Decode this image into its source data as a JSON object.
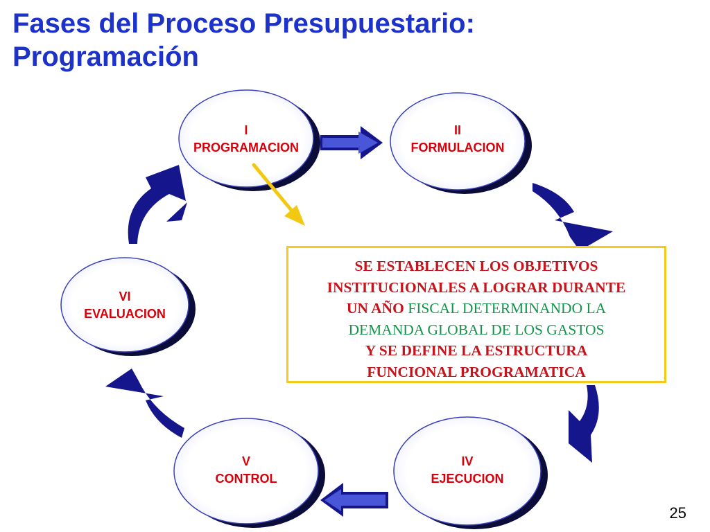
{
  "title": {
    "line1": "Fases del Proceso Presupuestario:",
    "line2": "Programación"
  },
  "phases": [
    {
      "numeral": "I",
      "name": "PROGRAMACION"
    },
    {
      "numeral": "II",
      "name": "FORMULACION"
    },
    {
      "numeral": "IV",
      "name": "EJECUCION"
    },
    {
      "numeral": "V",
      "name": "CONTROL"
    },
    {
      "numeral": "VI",
      "name": "EVALUACION"
    }
  ],
  "callout": {
    "line1": "SE ESTABLECEN LOS OBJETIVOS",
    "line2": "INSTITUCIONALES A LOGRAR DURANTE",
    "line3_red": "UN AÑO",
    "line3_green": " FISCAL DETERMINANDO LA",
    "line4": "DEMANDA GLOBAL DE LOS GASTOS",
    "line5": "Y SE DEFINE LA ESTRUCTURA",
    "line6": "FUNCIONAL PROGRAMATICA"
  },
  "page_number": "25",
  "colors": {
    "title": "#1c32c8",
    "phase_text": "#d8000a",
    "arrow_navy": "#16168c",
    "callout_border": "#f4cb1a",
    "pointer_arrow": "#f2c812",
    "callout_red": "#c4141c",
    "callout_green": "#14944a"
  }
}
